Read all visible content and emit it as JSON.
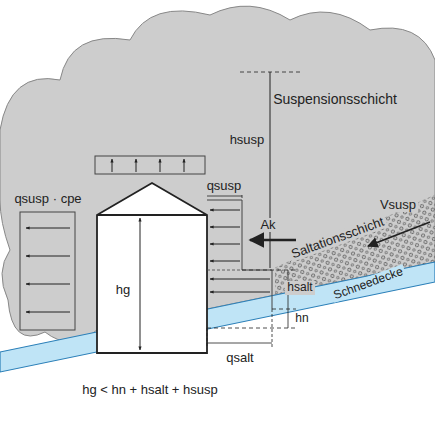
{
  "diagram": {
    "labels": [
      "Suspensionsschicht",
      "Vsusp",
      "hsusp",
      "qsusp",
      "Ak",
      "Saltationsschicht",
      "Schneedecke",
      "hsalt",
      "hn",
      "hg",
      "qsalt",
      "qsusp · cpe",
      "hg < hn + hsalt + hsusp"
    ]
  }
}
